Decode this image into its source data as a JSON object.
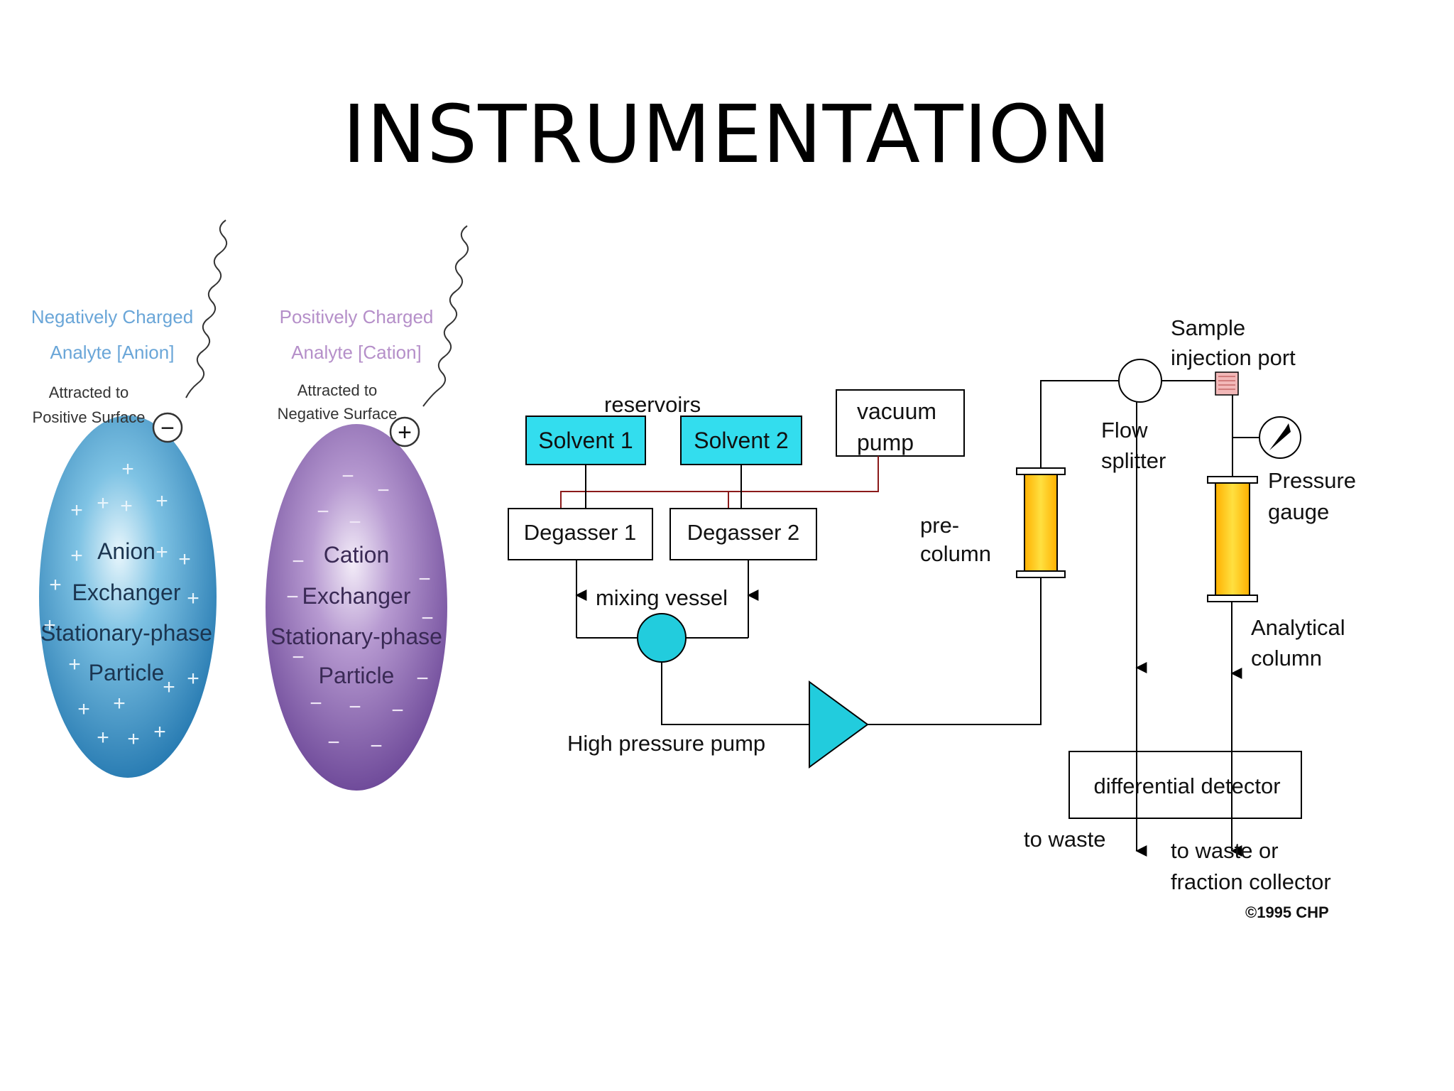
{
  "slide": {
    "title": "INSTRUMENTATION"
  },
  "exchangers": {
    "anion": {
      "analyte_line1": "Negatively Charged",
      "analyte_line2": "Analyte [Anion]",
      "attract_line1": "Attracted to",
      "attract_line2": "Positive Surface",
      "particle_lines": [
        "Anion",
        "Exchanger",
        "Stationary-phase",
        "Particle"
      ],
      "charge_symbol": "−",
      "surface_symbol": "+",
      "colors": {
        "sphere": "#2f8fc4",
        "label": "#6aa6d8"
      }
    },
    "cation": {
      "analyte_line1": "Positively Charged",
      "analyte_line2": "Analyte [Cation]",
      "attract_line1": "Attracted to",
      "attract_line2": "Negative Surface",
      "particle_lines": [
        "Cation",
        "Exchanger",
        "Stationary-phase",
        "Particle"
      ],
      "charge_symbol": "+",
      "surface_symbol": "−",
      "colors": {
        "sphere": "#7b54a3",
        "label": "#b58fc9"
      }
    }
  },
  "hplc": {
    "reservoirs_label": "reservoirs",
    "solvent1": "Solvent 1",
    "solvent2": "Solvent 2",
    "vacuum_line1": "vacuum",
    "vacuum_line2": "pump",
    "degasser1": "Degasser 1",
    "degasser2": "Degasser 2",
    "mixing_vessel": "mixing vessel",
    "high_pressure_pump": "High pressure pump",
    "precolumn_line1": "pre-",
    "precolumn_line2": "column",
    "flow_splitter_line1": "Flow",
    "flow_splitter_line2": "splitter",
    "sample_line1": "Sample",
    "sample_line2": "injection port",
    "pressure_line1": "Pressure",
    "pressure_line2": "gauge",
    "analytical_line1": "Analytical",
    "analytical_line2": "column",
    "detector": "differential detector",
    "to_waste": "to waste",
    "collector_line1": "to waste or",
    "collector_line2": "fraction collector",
    "copyright": "©1995 CHP",
    "colors": {
      "solvent": "#33ddee",
      "column": "#f7c800",
      "vacuum_line": "#8b1a1a",
      "pump": "#22ccdd"
    }
  }
}
